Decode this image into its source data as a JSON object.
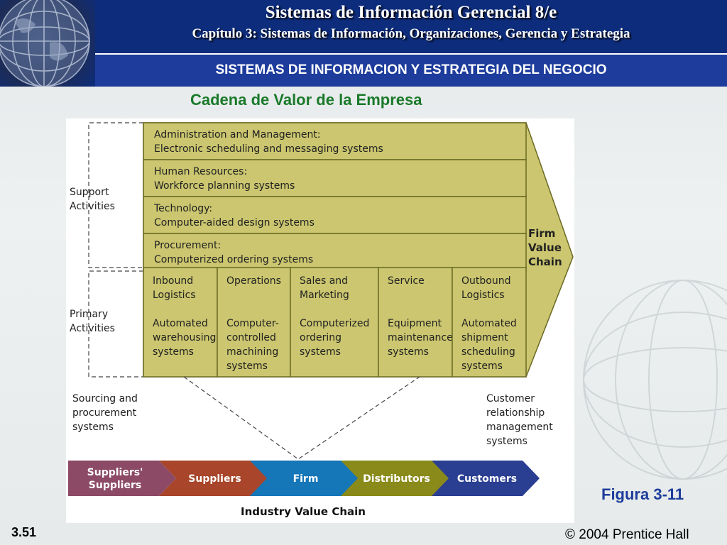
{
  "header": {
    "title": "Sistemas de Información Gerencial 8/e",
    "subtitle": "Capítulo 3: Sistemas de Información, Organizaciones, Gerencia y Estrategia",
    "section": "SISTEMAS DE INFORMACION Y ESTRATEGIA DEL  NEGOCIO"
  },
  "diagram": {
    "title": "Cadena de Valor de la Empresa",
    "support_label": [
      "Support",
      "Activities"
    ],
    "primary_label": [
      "Primary",
      "Activities"
    ],
    "support_rows": [
      {
        "line1": "Administration and Management:",
        "line2": "Electronic scheduling and messaging systems"
      },
      {
        "line1": "Human Resources:",
        "line2": "Workforce planning systems"
      },
      {
        "line1": "Technology:",
        "line2": "Computer-aided design systems"
      },
      {
        "line1": "Procurement:",
        "line2": "Computerized ordering systems"
      }
    ],
    "primary_columns": [
      {
        "title": [
          "Inbound",
          "Logistics"
        ],
        "system": [
          "Automated",
          "warehousing",
          "systems"
        ]
      },
      {
        "title": [
          "Operations"
        ],
        "system": [
          "Computer-",
          "controlled",
          "machining",
          "systems"
        ]
      },
      {
        "title": [
          "Sales and",
          "Marketing"
        ],
        "system": [
          "Computerized",
          "ordering",
          "systems"
        ]
      },
      {
        "title": [
          "Service"
        ],
        "system": [
          "Equipment",
          "maintenance",
          "systems"
        ]
      },
      {
        "title": [
          "Outbound",
          "Logistics"
        ],
        "system": [
          "Automated",
          "shipment",
          "scheduling",
          "systems"
        ]
      }
    ],
    "firm_value_chain": [
      "Firm",
      "Value",
      "Chain"
    ],
    "sourcing_label": [
      "Sourcing and",
      "procurement",
      "systems"
    ],
    "crm_label": [
      "Customer",
      "relationship",
      "management",
      "systems"
    ],
    "industry_chain": [
      {
        "label": [
          "Suppliers'",
          "Suppliers"
        ],
        "color": "#8c4a66"
      },
      {
        "label": [
          "Suppliers"
        ],
        "color": "#a8452a"
      },
      {
        "label": [
          "Firm"
        ],
        "color": "#1576b8"
      },
      {
        "label": [
          "Distributors"
        ],
        "color": "#8a8a1a"
      },
      {
        "label": [
          "Customers"
        ],
        "color": "#2a3e92"
      }
    ],
    "industry_value_chain": "Industry Value Chain",
    "box_fill": "#cbc66f",
    "box_stroke": "#6b6a24"
  },
  "figure_label": "Figura 3-11",
  "slide_number": "3.51",
  "copyright": "© 2004 Prentice Hall"
}
